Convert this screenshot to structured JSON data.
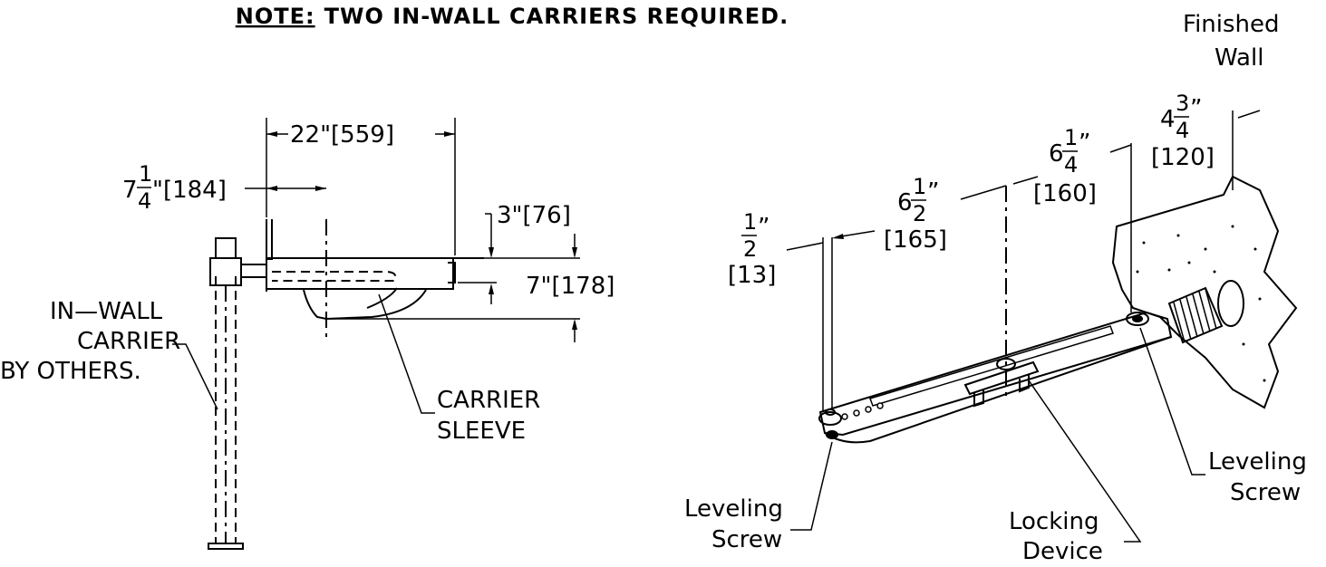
{
  "note": {
    "prefix": "NOTE:",
    "text": "TWO IN-WALL CARRIERS REQUIRED."
  },
  "side_view": {
    "dim_width": "22\"[559]",
    "dim_offset_whole": "7",
    "dim_offset_num": "1",
    "dim_offset_den": "4",
    "dim_offset_rest": "\"[184]",
    "dim_top": "3\"[76]",
    "dim_height": "7\"[178]",
    "carrier_line1": "IN—WALL",
    "carrier_line2": "CARRIER",
    "carrier_line3": "BY OTHERS.",
    "sleeve_line1": "CARRIER",
    "sleeve_line2": "SLEEVE"
  },
  "iso_view": {
    "wall_line1": "Finished",
    "wall_line2": "Wall",
    "d1_whole": "4",
    "d1_num": "3",
    "d1_den": "4",
    "d1_metric": "[120]",
    "d2_whole": "6",
    "d2_num": "1",
    "d2_den": "4",
    "d2_metric": "[160]",
    "d3_whole": "6",
    "d3_num": "1",
    "d3_den": "2",
    "d3_metric": "[165]",
    "d4_num": "1",
    "d4_den": "2",
    "d4_metric": "[13]",
    "leveling_left_1": "Leveling",
    "leveling_left_2": "Screw",
    "leveling_right_1": "Leveling",
    "leveling_right_2": "Screw",
    "locking_1": "Locking",
    "locking_2": "Device"
  }
}
